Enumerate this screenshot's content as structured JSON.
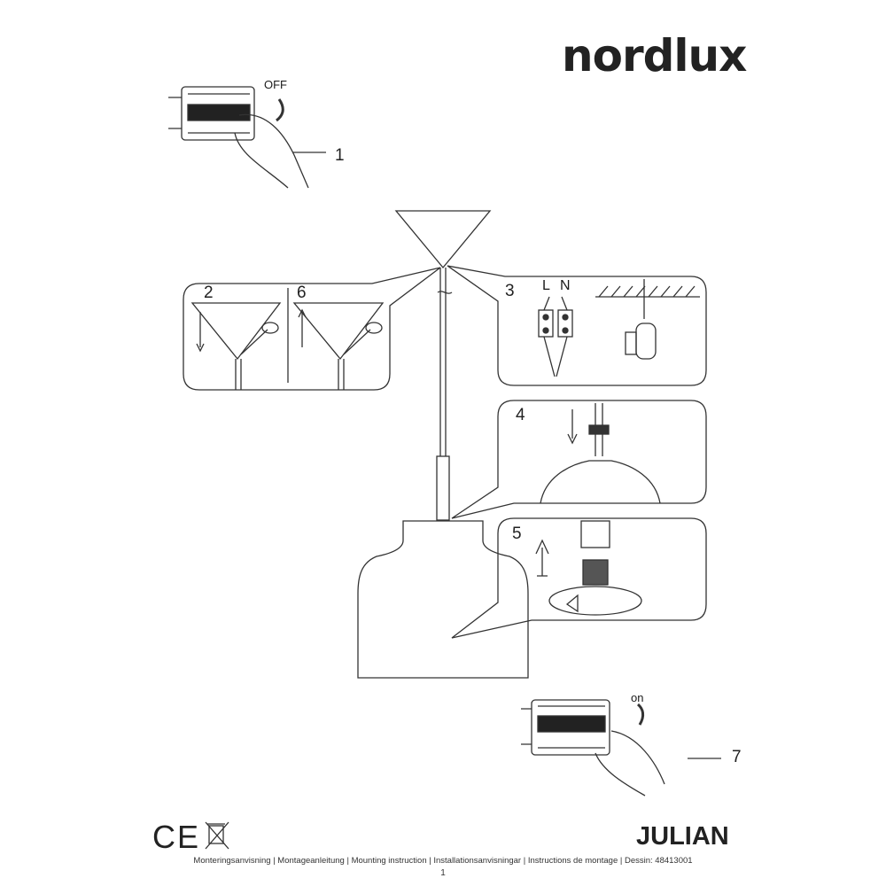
{
  "brand": {
    "logo": "nordlux"
  },
  "steps": {
    "s1": {
      "number": "1",
      "label": "OFF"
    },
    "s2": {
      "number": "2"
    },
    "s3": {
      "number": "3",
      "live": "L",
      "neutral": "N"
    },
    "s4": {
      "number": "4"
    },
    "s5": {
      "number": "5"
    },
    "s6": {
      "number": "6"
    },
    "s7": {
      "number": "7",
      "label": "on"
    }
  },
  "footer": {
    "marks": "CE",
    "product_name": "JULIAN",
    "languages_line": "Monteringsanvisning | Montageanleitung | Mounting instruction | Installationsanvisningar | Instructions de montage | Dessin: 48413001",
    "page_number": "1"
  },
  "colors": {
    "ink": "#222222",
    "background": "#ffffff"
  }
}
